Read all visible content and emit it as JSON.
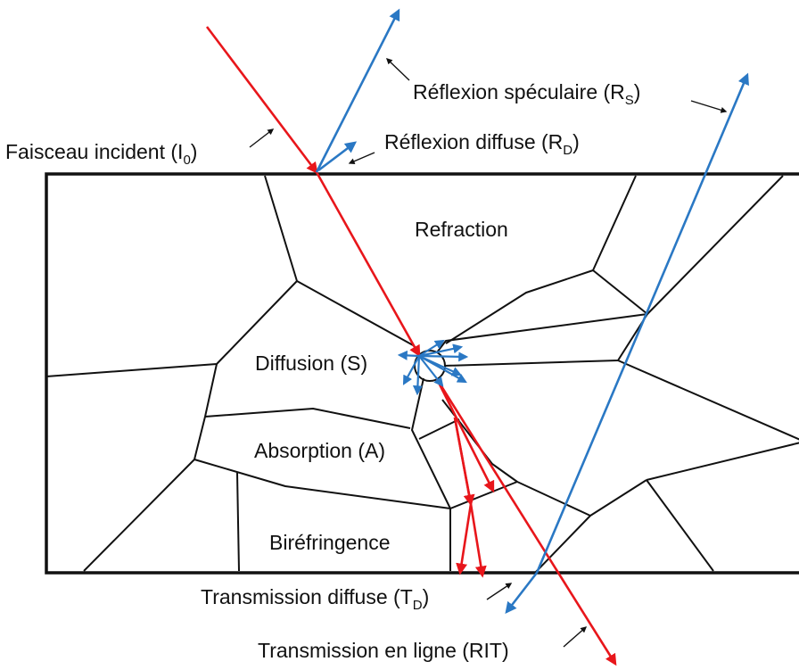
{
  "colors": {
    "incident_ray": "#e8161b",
    "reflected_ray": "#2a78c4",
    "grain_boundary": "#111111",
    "arrow_pointer": "#111111"
  },
  "labels": {
    "incident": {
      "text": "Faisceau incident (I",
      "sub": "0",
      "close": ")"
    },
    "specular": {
      "text": "Réflexion spéculaire (R",
      "sub": "S",
      "close": ")"
    },
    "diffuse_reflection": {
      "text": "Réflexion diffuse (R",
      "sub": "D",
      "close": ")"
    },
    "refraction": {
      "text": "Refraction"
    },
    "diffusion": {
      "text": "Diffusion (S)"
    },
    "absorption": {
      "text": "Absorption (A)"
    },
    "birefringence": {
      "text": "Biréfringence"
    },
    "diffuse_transmission": {
      "text": "Transmission diffuse (T",
      "sub": "D",
      "close": ")"
    },
    "inline_transmission": {
      "text": "Transmission en ligne (RIT)"
    }
  }
}
